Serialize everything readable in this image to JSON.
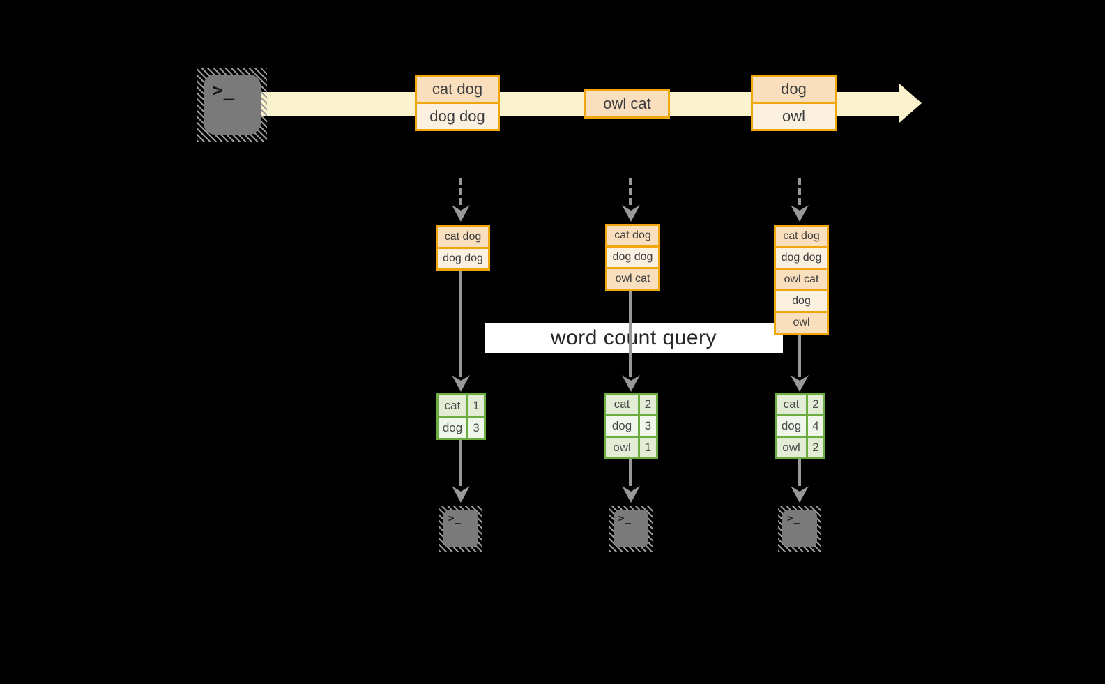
{
  "query_band": {
    "label": "word count query",
    "bg": "#FFFFFF"
  },
  "source_terminal": {
    "icon": "terminal-icon",
    "glyph": ">_"
  },
  "output_terminal_glyph": ">_",
  "events": [
    {
      "cells": [
        "cat dog",
        "dog dog"
      ]
    },
    {
      "cells": [
        "owl cat"
      ]
    },
    {
      "cells": [
        "dog",
        "owl"
      ]
    }
  ],
  "states": [
    {
      "cells": [
        "cat dog",
        "dog dog"
      ]
    },
    {
      "cells": [
        "cat dog",
        "dog dog",
        "owl cat"
      ]
    },
    {
      "cells": [
        "cat dog",
        "dog dog",
        "owl cat",
        "dog",
        "owl"
      ]
    }
  ],
  "counts": [
    {
      "rows": [
        {
          "word": "cat",
          "count": "1"
        },
        {
          "word": "dog",
          "count": "3"
        }
      ]
    },
    {
      "rows": [
        {
          "word": "cat",
          "count": "2"
        },
        {
          "word": "dog",
          "count": "3"
        },
        {
          "word": "owl",
          "count": "1"
        }
      ]
    },
    {
      "rows": [
        {
          "word": "cat",
          "count": "2"
        },
        {
          "word": "dog",
          "count": "4"
        },
        {
          "word": "owl",
          "count": "2"
        }
      ]
    }
  ],
  "colors": {
    "background": "#000000",
    "stream_band": "#FBF2CE",
    "event_border": "#F0A70E",
    "event_fill_peach": "#F9DFBD",
    "event_fill_cream": "#FCF1E1",
    "table_border": "#6BAD40",
    "table_fill_green": "#E3EDD6",
    "table_fill_light": "#F1F6EB",
    "arrow_gray": "#989898",
    "terminal_gray": "#7A7A7A",
    "query_text": "#262626"
  }
}
